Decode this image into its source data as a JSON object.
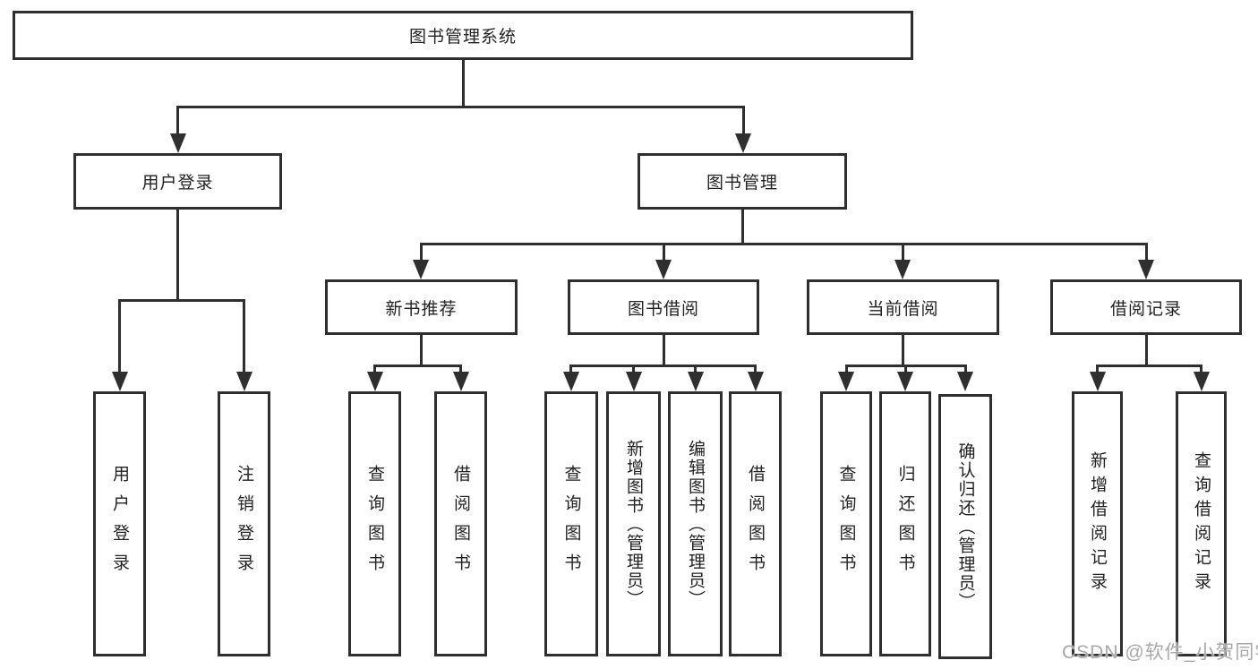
{
  "diagram": {
    "root": {
      "label": "图书管理系统"
    },
    "level2": [
      {
        "label": "用户登录"
      },
      {
        "label": "图书管理"
      }
    ],
    "level3": [
      {
        "label": "新书推荐"
      },
      {
        "label": "图书借阅"
      },
      {
        "label": "当前借阅"
      },
      {
        "label": "借阅记录"
      }
    ],
    "leaves": {
      "login": [
        "用户登录",
        "注销登录"
      ],
      "newbook": [
        "查询图书",
        "借阅图书"
      ],
      "borrow": [
        "查询图书",
        "新增图书（管理员）",
        "编辑图书（管理员）",
        "借阅图书"
      ],
      "current": [
        "查询图书",
        "归还图书",
        "确认归还（管理员）"
      ],
      "records": [
        "新增借阅记录",
        "查询借阅记录"
      ]
    }
  },
  "watermark": {
    "text": "CSDN @软件_小贺同学"
  },
  "colors": {
    "line": "#2f2f2f",
    "ink": "#222222",
    "wm": "#a8a8a8",
    "bg": "#ffffff"
  }
}
